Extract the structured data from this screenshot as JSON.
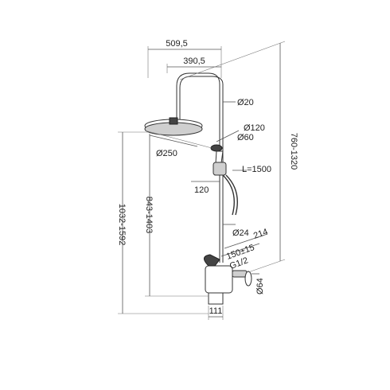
{
  "dimensions": {
    "overall_width": "509,5",
    "arm_length": "390,5",
    "rail_diameter": "Ø20",
    "hand_shower_diameter_outer": "Ø120",
    "hand_shower_diameter_inner": "Ø60",
    "head_diameter": "Ø250",
    "hose_length": "L=1500",
    "slider_offset": "120",
    "pipe_diameter": "Ø24",
    "head_height_range": "760-1320",
    "slider_height_range": "843-1403",
    "total_height_range": "1032-1592",
    "mixer_projection": "214",
    "connection_spacing": "150±15",
    "thread": "G1/2",
    "cover_diameter": "Ø64",
    "base_width": "111"
  }
}
